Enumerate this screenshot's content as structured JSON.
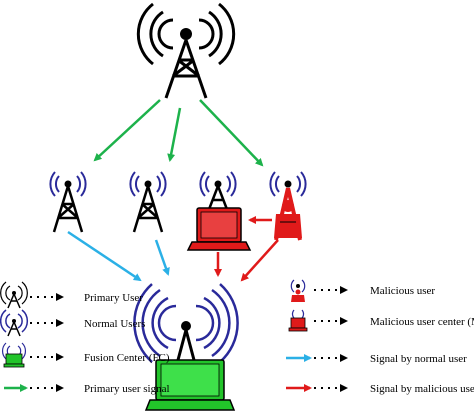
{
  "colors": {
    "green_arrow": "#1db24b",
    "blue_arrow": "#2bb0e6",
    "red_arrow": "#e01a1a",
    "normal_user_waves": "#2a2a9a",
    "malicious": "#e01a1a",
    "fusion_center": "#22c42a",
    "tower": "#000000"
  },
  "icons": {
    "primary_user": "radio-tower-icon",
    "normal_user": "antenna-tower-icon",
    "malicious_user": "malicious-user-tower-icon",
    "malicious_center": "laptop-icon",
    "fusion_center": "laptop-tower-icon"
  },
  "legend": {
    "left": [
      {
        "icon": "primary-user-icon",
        "label": "Primary User"
      },
      {
        "icon": "normal-user-icon",
        "label": "Normal Users"
      },
      {
        "icon": "fusion-center-icon",
        "label": "Fusion Center (FC)"
      },
      {
        "icon": "green-arrow-icon",
        "label": "Primary user signal"
      }
    ],
    "right": [
      {
        "icon": "malicious-user-icon",
        "label": "Malicious user"
      },
      {
        "icon": "muc-icon",
        "label": "Malicious user center (MUC)"
      },
      {
        "icon": "blue-arrow-icon",
        "label": "Signal by normal user"
      },
      {
        "icon": "red-arrow-icon",
        "label": "Signal by malicious user"
      }
    ]
  }
}
